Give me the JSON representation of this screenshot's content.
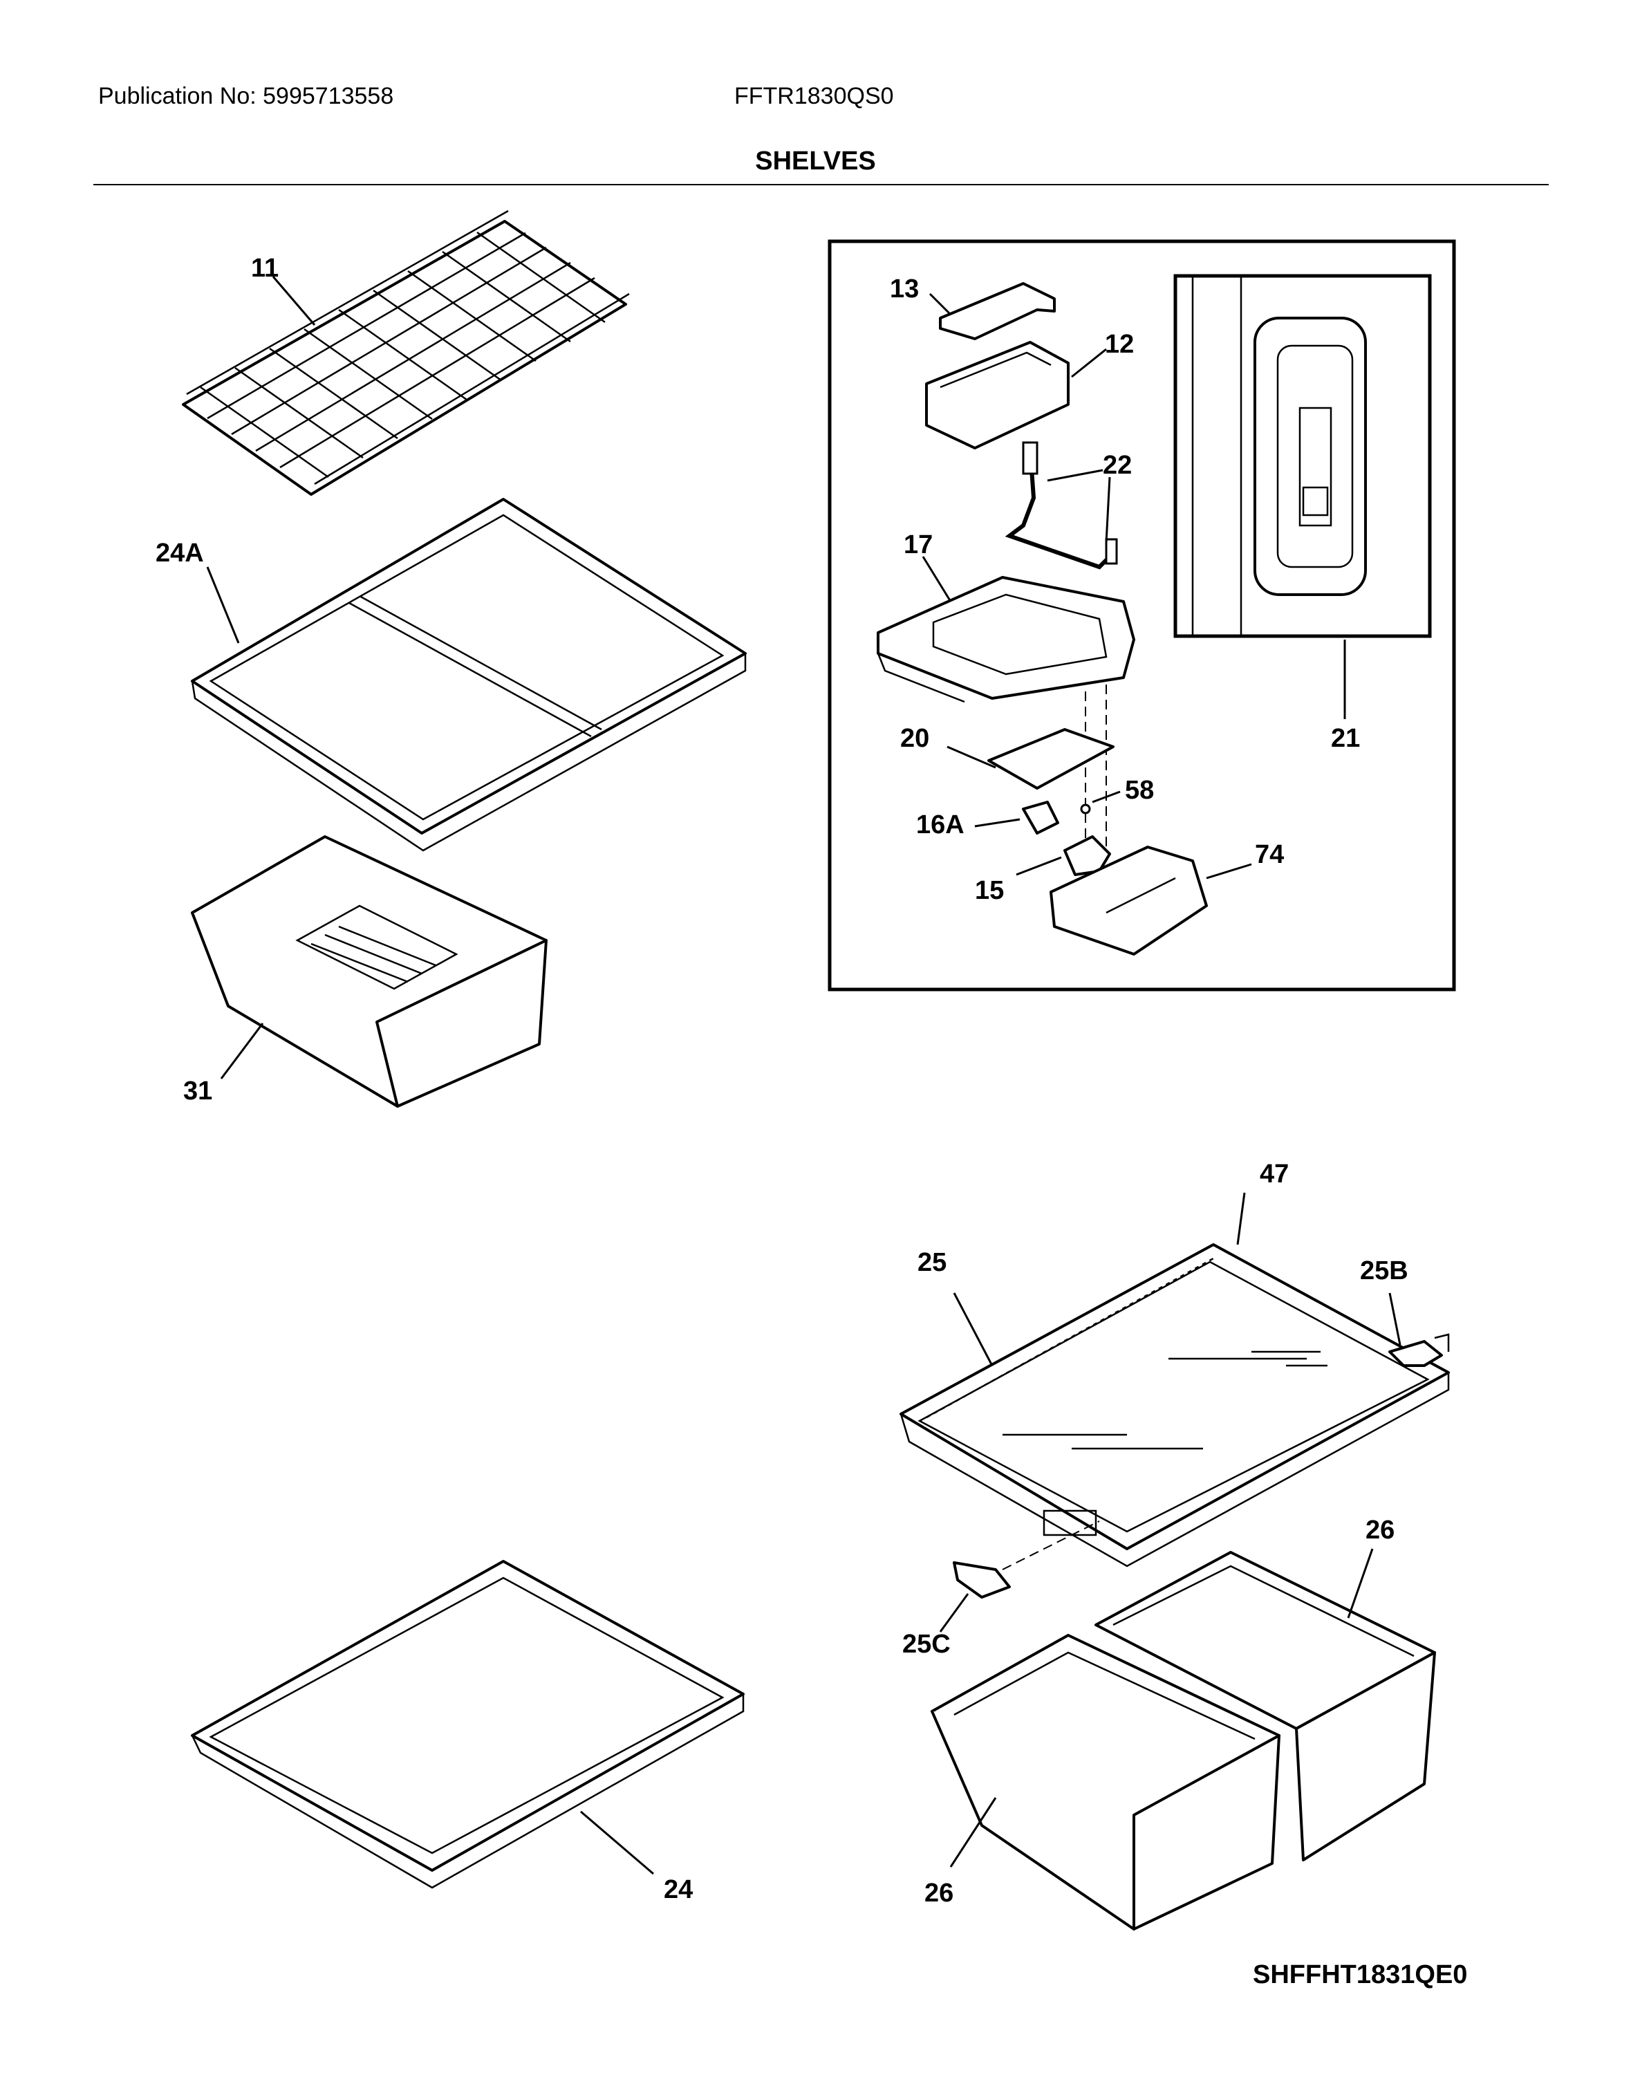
{
  "header": {
    "publication": "Publication No: 5995713558",
    "model": "FFTR1830QS0",
    "title": "SHELVES",
    "diagram_code": "SHFFHT1831QE0"
  },
  "labels": {
    "p11": "11",
    "p24A": "24A",
    "p31": "31",
    "p13": "13",
    "p12": "12",
    "p22": "22",
    "p17": "17",
    "p20": "20",
    "p16A": "16A",
    "p58": "58",
    "p15": "15",
    "p74": "74",
    "p21": "21",
    "p47": "47",
    "p25": "25",
    "p25B": "25B",
    "p25C": "25C",
    "p26a": "26",
    "p26b": "26",
    "p24": "24"
  }
}
